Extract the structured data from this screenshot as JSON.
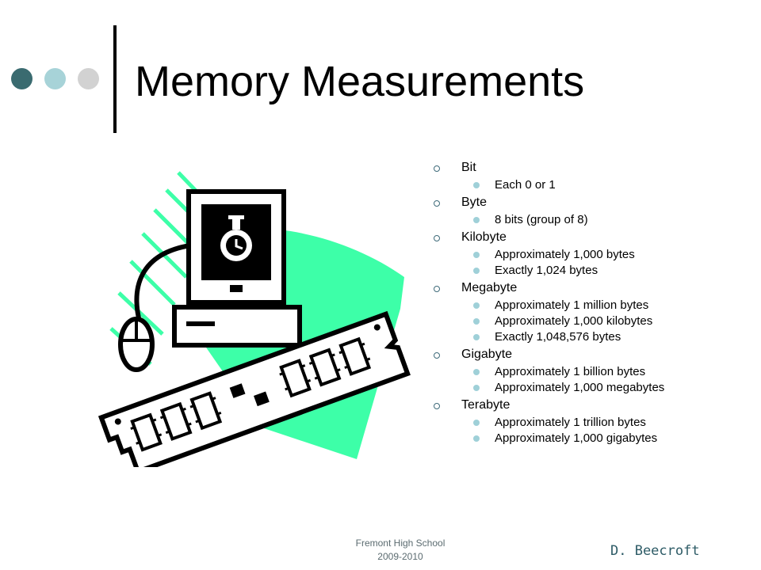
{
  "slide": {
    "title": "Memory Measurements",
    "colors": {
      "dot_dark": "#3a6b70",
      "dot_mid": "#a7d3d8",
      "dot_light": "#d2d2d2",
      "clipart_accent": "#3dffa8"
    },
    "bullets": [
      {
        "label": "Bit",
        "subs": [
          "Each 0 or 1"
        ]
      },
      {
        "label": "Byte",
        "subs": [
          "8 bits (group of 8)"
        ]
      },
      {
        "label": "Kilobyte",
        "subs": [
          "Approximately 1,000 bytes",
          "Exactly 1,024 bytes"
        ]
      },
      {
        "label": "Megabyte",
        "subs": [
          "Approximately 1 million bytes",
          "Approximately 1,000 kilobytes",
          "Exactly 1,048,576 bytes"
        ]
      },
      {
        "label": "Gigabyte",
        "subs": [
          "Approximately 1 billion bytes",
          "Approximately 1,000 megabytes"
        ]
      },
      {
        "label": "Terabyte",
        "subs": [
          "Approximately 1 trillion bytes",
          "Approximately 1,000 gigabytes"
        ]
      }
    ]
  },
  "footer": {
    "school": "Fremont High School",
    "year": "2009-2010",
    "author": "D. Beecroft"
  },
  "icons": {
    "clipart": "computer-with-memory-module-icon",
    "stopwatch": "stopwatch-icon",
    "mouse": "computer-mouse-icon"
  }
}
